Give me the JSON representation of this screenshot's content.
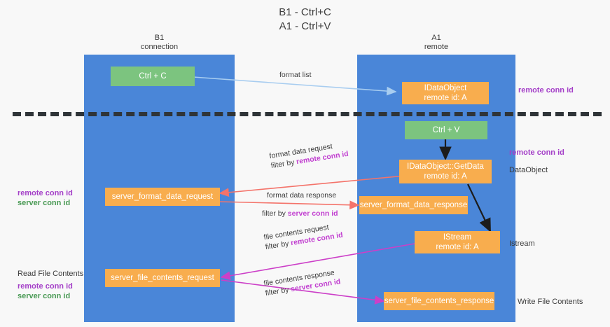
{
  "title": {
    "line1": "B1 - Ctrl+C",
    "line2": "A1 - Ctrl+V"
  },
  "lanes": [
    {
      "name": "B1",
      "sub": "connection"
    },
    {
      "name": "A1",
      "sub": "remote"
    }
  ],
  "nodes": {
    "ctrl_c": "Ctrl + C",
    "ctrl_v": "Ctrl + V",
    "idataobject_title": "IDataObject",
    "idataobject_sub": "remote id: A",
    "getdata_title": "IDataObject::GetData",
    "getdata_sub": "remote id: A",
    "istream_title": "IStream",
    "istream_sub": "remote id: A",
    "server_format_data_request": "server_format_data_request",
    "server_format_data_response": "server_format_data_response",
    "server_file_contents_request": "server_file_contents_request",
    "server_file_contents_response": "server_file_contents_response"
  },
  "edges": {
    "format_list": "format list",
    "format_data_request": "format data request",
    "format_data_request_filter_prefix": "filter by ",
    "format_data_request_filter_key": "remote conn id",
    "format_data_response": "format data response",
    "format_data_response_filter_prefix": "filter by ",
    "format_data_response_filter_key": "server conn id",
    "file_contents_request": "file contents request",
    "file_contents_request_filter_prefix": "filter by ",
    "file_contents_request_filter_key": "remote conn id",
    "file_contents_response": "file contents response",
    "file_contents_response_filter_prefix": "filter by ",
    "file_contents_response_filter_key": "server conn id"
  },
  "annotations": {
    "right_remote_conn_id_top": "remote conn id",
    "right_remote_conn_id_mid": "remote conn id",
    "right_dataobject": "DataObject",
    "right_istream": "Istream",
    "right_write_file_contents": "Write File Contents",
    "left_remote_conn_id_1": "remote conn id",
    "left_server_conn_id_1": "server conn id",
    "left_read_file_contents": "Read File Contents",
    "left_remote_conn_id_2": "remote conn id",
    "left_server_conn_id_2": "server conn id"
  },
  "colors": {
    "lane": "#4a86d8",
    "node_green": "#7cc47f",
    "node_orange": "#f8ad4e",
    "arrow_blue": "#a8cdf0",
    "arrow_red": "#f4736a",
    "arrow_magenta": "#cc3fc8",
    "arrow_black": "#1c1c1c",
    "key_purple": "#a43fc8",
    "key_green": "#4a9a55",
    "background": "#f8f8f8"
  }
}
